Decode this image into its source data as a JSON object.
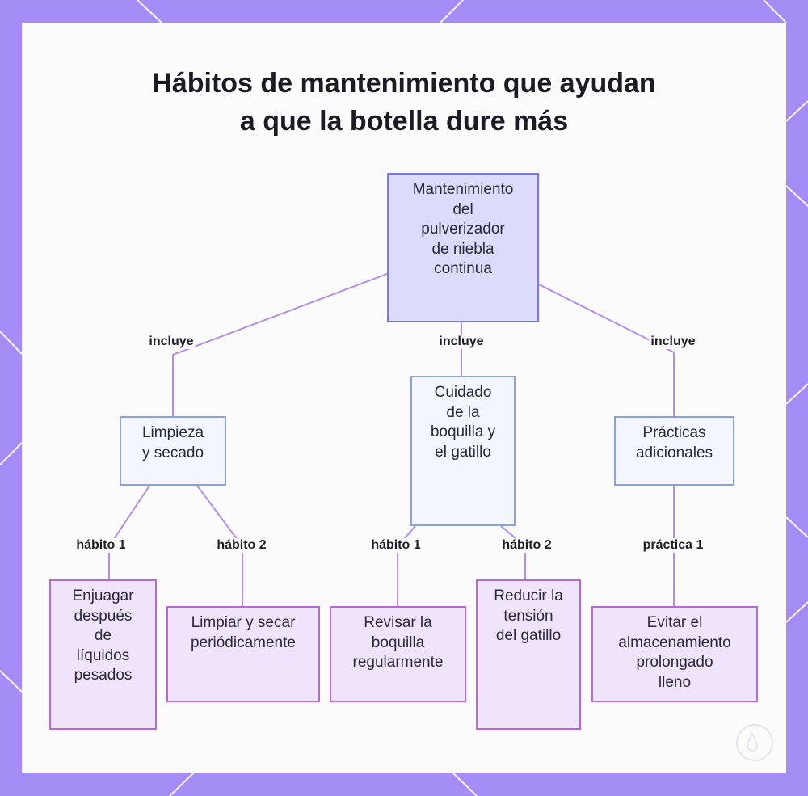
{
  "title": {
    "line1": "Hábitos de mantenimiento que ayudan",
    "line2": "a que la botella dure más"
  },
  "nodes": {
    "root": [
      "Mantenimiento",
      "del",
      "pulverizador",
      "de niebla",
      "continua"
    ],
    "cleaning": [
      "Limpieza",
      "y secado"
    ],
    "nozzle": [
      "Cuidado",
      "de la",
      "boquilla y",
      "el gatillo"
    ],
    "practices": [
      "Prácticas",
      "adicionales"
    ],
    "rinse": [
      "Enjuagar",
      "después",
      "de",
      "líquidos",
      "pesados"
    ],
    "clean_dry": [
      "Limpiar y secar",
      "periódicamente"
    ],
    "check_nozzle": [
      "Revisar la",
      "boquilla",
      "regularmente"
    ],
    "reduce_tension": [
      "Reducir la",
      "tensión",
      "del gatillo"
    ],
    "avoid_storage": [
      "Evitar el",
      "almacenamiento",
      "prolongado",
      "lleno"
    ]
  },
  "edges": {
    "includes": "incluye",
    "habit1": "hábito 1",
    "habit2": "hábito 2",
    "practice1": "práctica 1"
  },
  "colors": {
    "frame": "#a48cf5",
    "root_fill": "#dcdbfc",
    "root_stroke": "#7a78e6",
    "mid_fill": "#f3f6fd",
    "mid_stroke": "#8aa2e0",
    "leaf_fill": "#efe4fb",
    "leaf_stroke": "#b36bd6",
    "connector": "#b38fe8"
  }
}
